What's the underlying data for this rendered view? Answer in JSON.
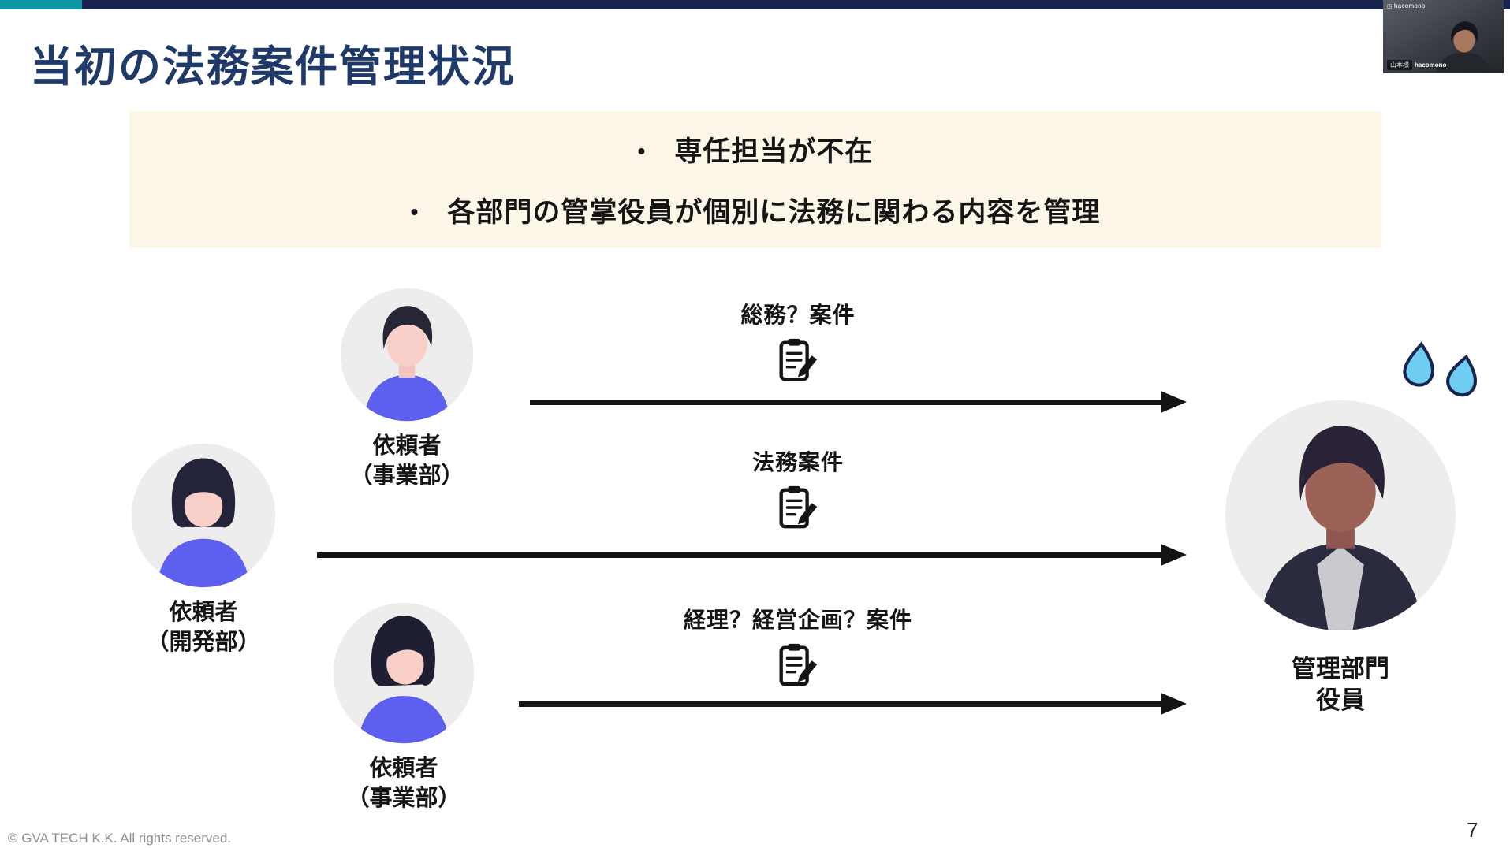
{
  "slide": {
    "title": "当初の法務案件管理状況",
    "footer": "© GVA TECH K.K. All rights reserved.",
    "page_number": "7"
  },
  "highlight": {
    "bullets": [
      "専任担当が不在",
      "各部門の管掌役員が個別に法務に関わる内容を管理"
    ]
  },
  "diagram": {
    "requesters": [
      {
        "name": "依頼者",
        "dept": "（事業部）"
      },
      {
        "name": "依頼者",
        "dept": "（開発部）"
      },
      {
        "name": "依頼者",
        "dept": "（事業部）"
      }
    ],
    "cases": [
      "総務？案件",
      "法務案件",
      "経理？経営企画？案件"
    ],
    "executive": {
      "line1": "管理部門",
      "line2": "役員"
    }
  },
  "webcam": {
    "logo": "hacomono",
    "badge": "山本様",
    "name": "hacomono"
  },
  "colors": {
    "top_bar_navy": "#16244e",
    "top_bar_teal": "#0d96a5",
    "title_blue": "#1f3a68",
    "highlight_bg": "#fbf6e7",
    "shirt_purple": "#5d5fef",
    "suit_dark": "#2b2b3f",
    "sweat_blue": "#6fcdf1",
    "arrow_black": "#141414"
  },
  "icons": {
    "case_icon": "memo-clipboard-icon",
    "executive_stress_icon": "sweat-drops-icon"
  }
}
